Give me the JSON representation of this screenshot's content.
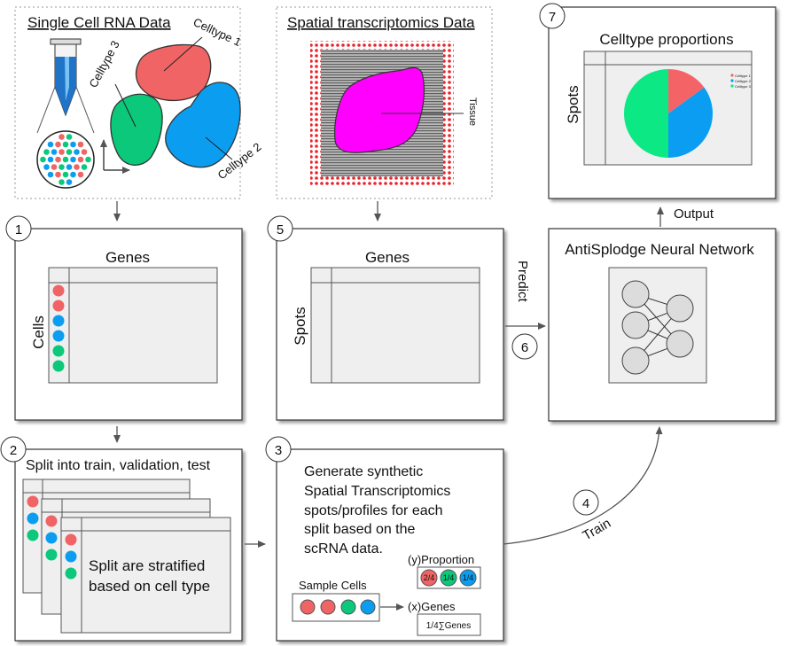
{
  "top_left": {
    "title": "Single Cell RNA Data",
    "celltype1": "Celltype 1",
    "celltype2": "Celltype 2",
    "celltype3": "Celltype 3"
  },
  "top_mid": {
    "title": "Spatial transcriptomics Data",
    "tissue": "Tissue"
  },
  "box1": {
    "num": "1",
    "header": "Genes",
    "side": "Cells"
  },
  "box5": {
    "num": "5",
    "header": "Genes",
    "side": "Spots"
  },
  "box2": {
    "num": "2",
    "title": "Split into train, validation, test",
    "note_line1": "Split are stratified",
    "note_line2": "based on cell type"
  },
  "box3": {
    "num": "3",
    "text_lines": [
      "Generate synthetic",
      "Spatial Transcriptomics",
      "spots/profiles for each",
      "split based on the",
      "scRNA data."
    ],
    "proportion_label": "(y)Proportion",
    "proportions": [
      "2/4",
      "1/4",
      "1/4"
    ],
    "sample_cells": "Sample Cells",
    "genes_label": "(x)Genes",
    "genes_formula": "1/4∑Genes"
  },
  "nn": {
    "title": "AntiSplodge Neural Network"
  },
  "box7": {
    "num": "7",
    "title": "Celltype proportions",
    "side": "Spots",
    "legend": [
      "Celltype 1",
      "Celltype 2",
      "Celltype 3"
    ]
  },
  "arrows": {
    "predict": "Predict",
    "predict_num": "6",
    "output": "Output",
    "train": "Train",
    "train_num": "4"
  },
  "colors": {
    "red": "#f06465",
    "green": "#0bc87b",
    "blue": "#0b9ef0",
    "magenta": "#ff00ff",
    "grey_fill": "#efefef",
    "pie_red": "#f46467",
    "pie_blue": "#0a9df1",
    "pie_green": "#0be884"
  },
  "chart_data": {
    "type": "pie",
    "categories": [
      "Celltype 1",
      "Celltype 2",
      "Celltype 3"
    ],
    "values": [
      0.15,
      0.35,
      0.5
    ]
  }
}
